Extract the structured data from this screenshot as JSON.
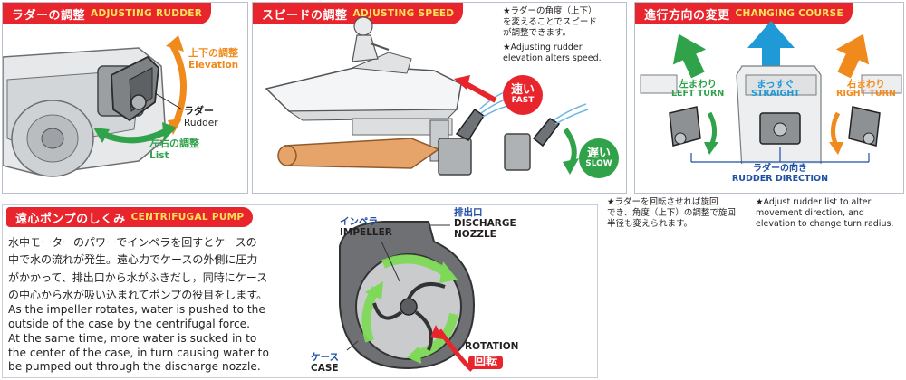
{
  "rudder_panel": {
    "title_jp": "ラダーの調整",
    "title_en": "ADJUSTING RUDDER",
    "elevation_jp": "上下の調整",
    "elevation_en": "Elevation",
    "rudder_jp": "ラダー",
    "rudder_en": "Rudder",
    "list_jp": "左右の調整",
    "list_en": "List"
  },
  "speed_panel": {
    "title_jp": "スピードの調整",
    "title_en": "ADJUSTING SPEED",
    "note_jp_1": "★ラダーの角度（上下）",
    "note_jp_2": "を変えることでスピード",
    "note_jp_3": "が調整できます。",
    "note_en_1": "★Adjusting rudder",
    "note_en_2": "elevation alters speed.",
    "fast_jp": "速い",
    "fast_en": "FAST",
    "slow_jp": "遅い",
    "slow_en": "SLOW"
  },
  "course_panel": {
    "title_jp": "進行方向の変更",
    "title_en": "CHANGING COURSE",
    "left_jp": "左まわり",
    "left_en": "LEFT TURN",
    "straight_jp": "まっすぐ",
    "straight_en": "STRAIGHT",
    "right_jp": "右まわり",
    "right_en": "RIGHT TURN",
    "direction_jp": "ラダーの向き",
    "direction_en": "RUDDER DIRECTION",
    "note_jp_1": "★ラダーを回転させれば旋回",
    "note_jp_2": "でき、角度（上下）の調整で旋回",
    "note_jp_3": "半径も変えられます。",
    "note_en_1": "★Adjust rudder list to alter",
    "note_en_2": "movement direction, and",
    "note_en_3": "elevation to change turn radius."
  },
  "pump_panel": {
    "title_jp": "遠心ポンプのしくみ",
    "title_en": "CENTRIFUGAL PUMP",
    "jp_lines": [
      "水中モーターのパワーでインペラを回すとケースの",
      "中で水の流れが発生。遠心力でケースの外側に圧力",
      "がかかって、排出口から水がふきだし，同時にケース",
      "の中心から水が吸い込まれてポンプの役目をします。"
    ],
    "en_lines": [
      "As the impeller rotates, water is pushed to the",
      "outside of the case by the centrifugal force.",
      "At the same time, more water is sucked in to",
      "the center of the case, in turn causing water to",
      "be pumped out through the discharge nozzle."
    ],
    "impeller_jp": "インペラ",
    "impeller_en": "IMPELLER",
    "discharge_jp": "排出口",
    "discharge_en_1": "DISCHARGE",
    "discharge_en_2": "NOZZLE",
    "case_jp": "ケース",
    "case_en": "CASE",
    "rotation_en": "ROTATION",
    "rotation_jp": "回転"
  },
  "colors": {
    "title_red": "#e8252c",
    "title_yellow": "#ffe25a",
    "orange": "#f08a1c",
    "green": "#2fa24a",
    "blue": "#1f9ad6",
    "navy": "#1e4fa3",
    "panel_border": "#b9c2cc"
  }
}
